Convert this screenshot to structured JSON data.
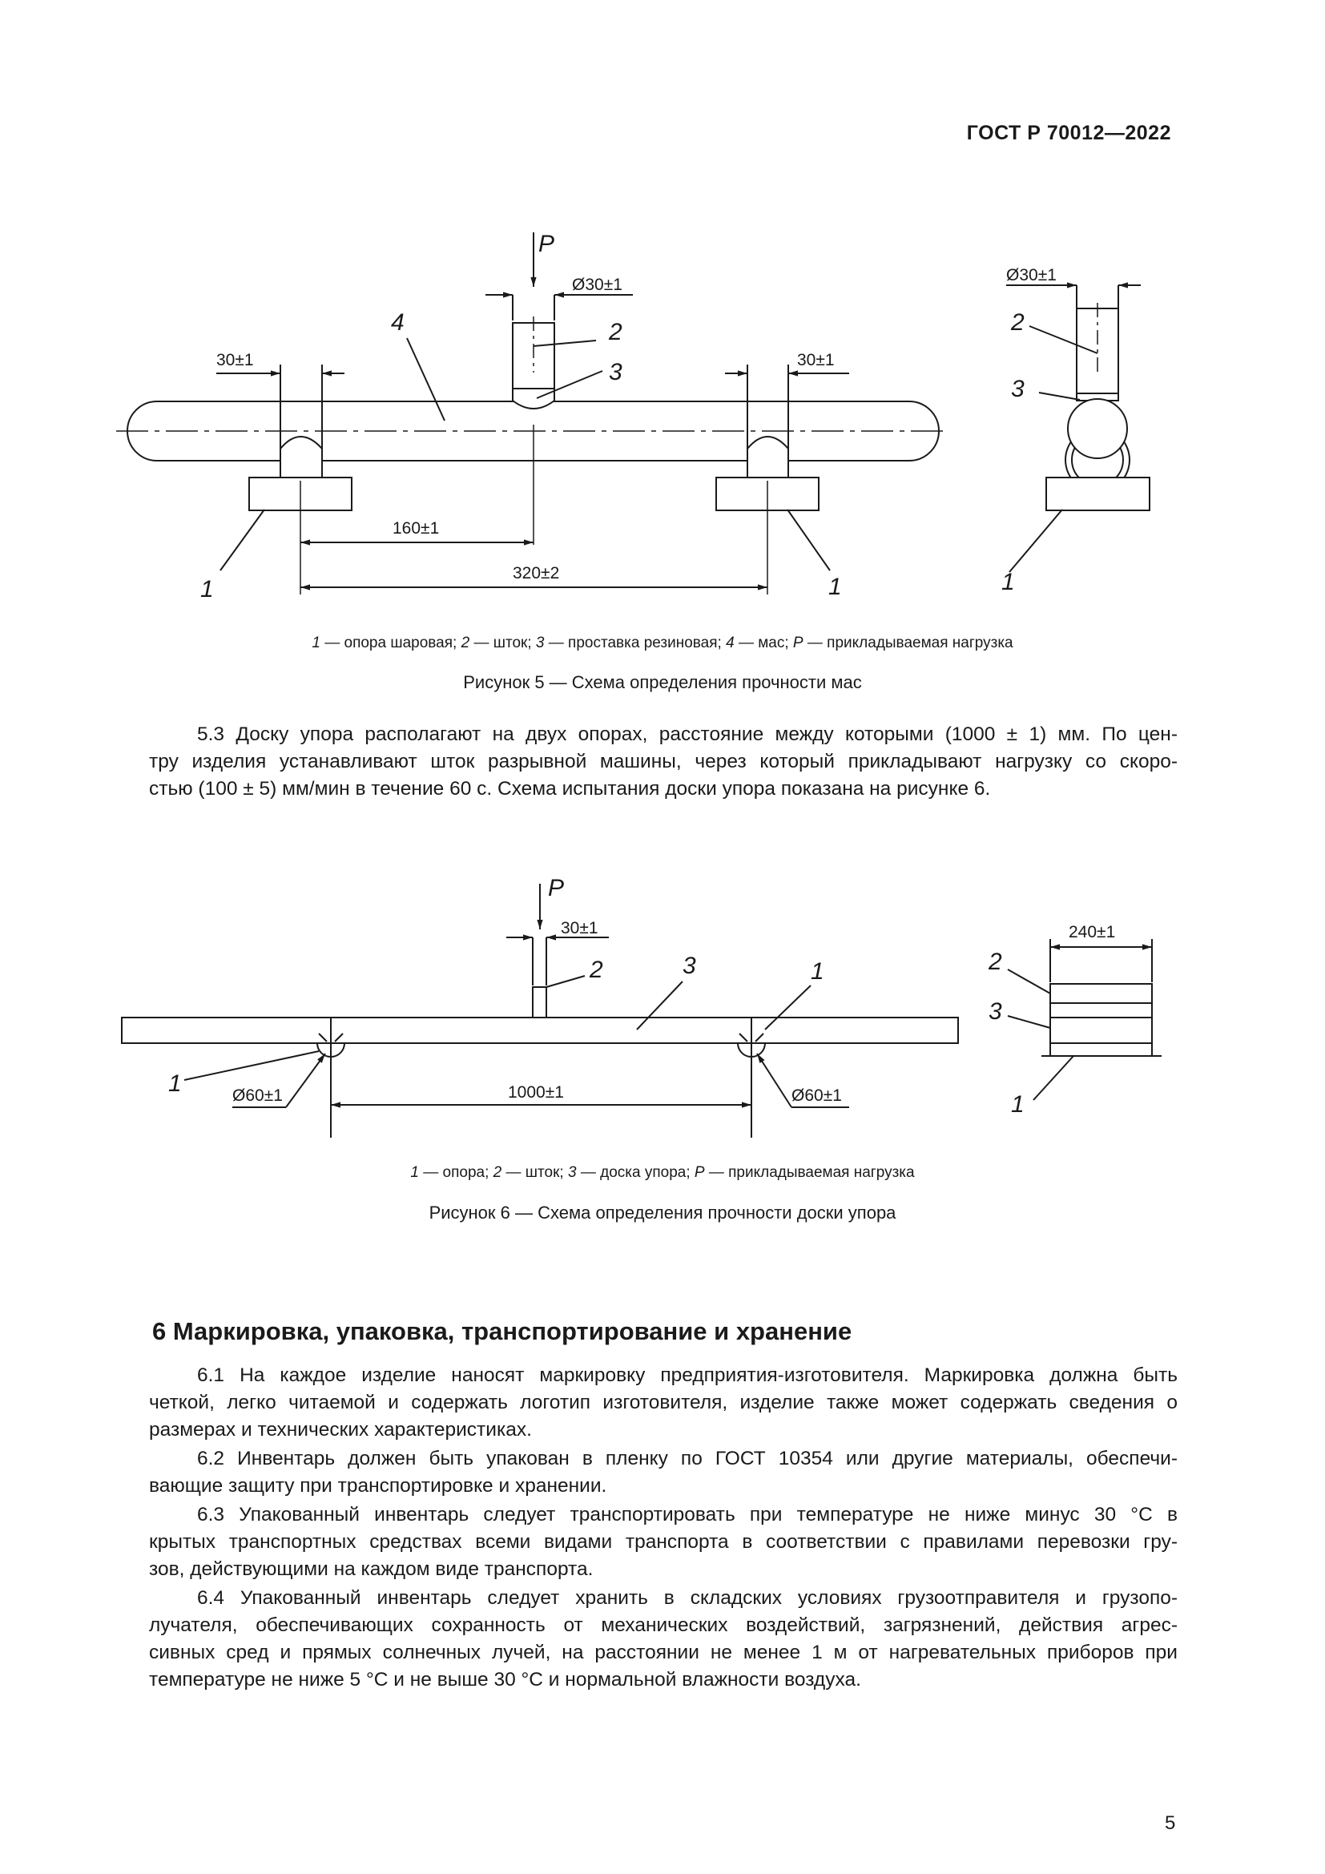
{
  "header": {
    "standard": "ГОСТ Р 70012—2022"
  },
  "figure5": {
    "labels": {
      "force": "P",
      "dia": "Ø30±1",
      "left_offset": "30±1",
      "right_offset": "30±1",
      "half_span": "160±1",
      "span": "320±2",
      "side_dia": "Ø30±1"
    },
    "callouts": {
      "n1": "1",
      "n2": "2",
      "n3": "3",
      "n4": "4"
    },
    "legend": [
      {
        "num": "1",
        "text": " — опора шаровая; "
      },
      {
        "num": "2",
        "text": " — шток; "
      },
      {
        "num": "3",
        "text": " — проставка резиновая; "
      },
      {
        "num": "4",
        "text": " — мас; "
      },
      {
        "num": "P",
        "text": " — прикладываемая нагрузка"
      }
    ],
    "caption": "Рисунок 5 — Схема определения прочности мас"
  },
  "para_5_3": [
    "5.3 Доску упора располагают на двух опорах, расстояние между которыми (1000 ± 1) мм. По цен-",
    "тру изделия устанавливают шток разрывной машины, через который прикладывают нагрузку со скоро-",
    "стью (100 ± 5) мм/мин в течение 60 с. Схема испытания доски упора показана на рисунке 6."
  ],
  "figure6": {
    "labels": {
      "force": "P",
      "rod_width": "30±1",
      "span": "1000±1",
      "left_dia": "Ø60±1",
      "right_dia": "Ø60±1",
      "side_width": "240±1"
    },
    "callouts": {
      "n1": "1",
      "n2": "2",
      "n3": "3"
    },
    "legend": [
      {
        "num": "1",
        "text": " — опора; "
      },
      {
        "num": "2",
        "text": " — шток; "
      },
      {
        "num": "3",
        "text": " — доска упора; "
      },
      {
        "num": "P",
        "text": " — прикладываемая нагрузка"
      }
    ],
    "caption": "Рисунок 6 — Схема определения прочности доски упора"
  },
  "section6": {
    "title": "6  Маркировка, упаковка, транспортирование и хранение",
    "p6_1": [
      "6.1 На каждое изделие наносят маркировку предприятия-изготовителя. Маркировка должна быть",
      "четкой, легко читаемой и содержать логотип изготовителя, изделие также может содержать сведения о",
      "размерах и технических характеристиках."
    ],
    "p6_2": [
      "6.2 Инвентарь должен быть упакован в пленку по ГОСТ 10354 или другие материалы, обеспечи-",
      "вающие защиту при транспортировке и хранении."
    ],
    "p6_3": [
      "6.3 Упакованный инвентарь следует транспортировать при температуре не ниже минус 30 °С в",
      "крытых транспортных средствах всеми видами транспорта в соответствии с правилами перевозки гру-",
      "зов, действующими на каждом виде транспорта."
    ],
    "p6_4": [
      "6.4 Упакованный инвентарь следует хранить в складских условиях грузоотправителя и грузопо-",
      "лучателя, обеспечивающих сохранность от механических воздействий, загрязнений, действия агрес-",
      "сивных сред и прямых солнечных лучей, на расстоянии не менее 1 м от нагревательных приборов при",
      "температуре не ниже 5 °С и не выше 30 °С и нормальной влажности воздуха."
    ]
  },
  "page_number": "5"
}
